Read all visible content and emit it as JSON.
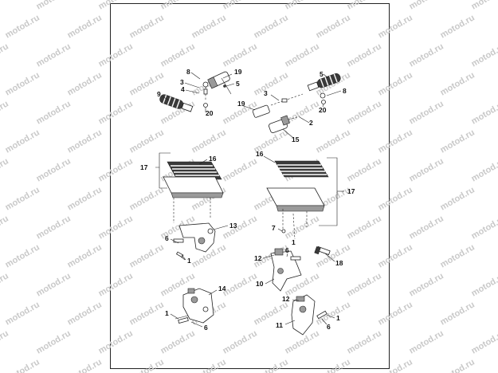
{
  "watermark": {
    "text": "motod.ru"
  },
  "callouts": [
    "1",
    "2",
    "3",
    "4",
    "5",
    "6",
    "7",
    "8",
    "9",
    "10",
    "11",
    "12",
    "13",
    "14",
    "15",
    "16",
    "17",
    "18",
    "19",
    "20"
  ]
}
